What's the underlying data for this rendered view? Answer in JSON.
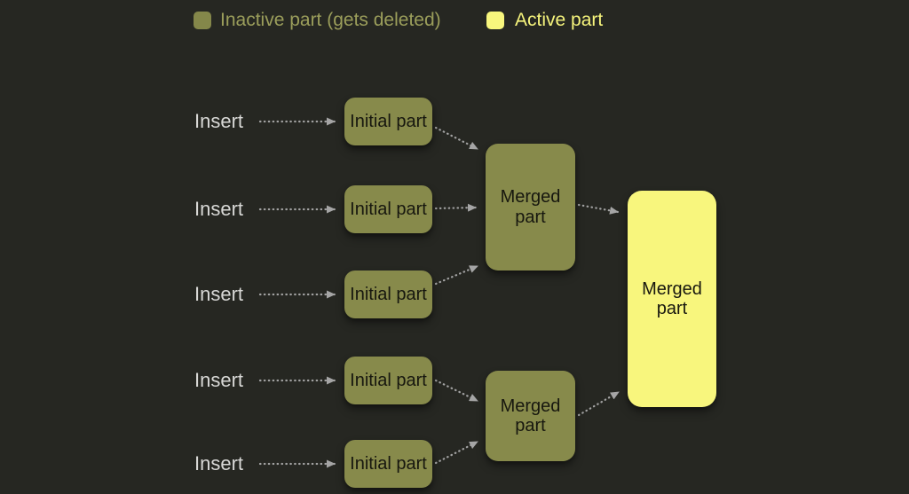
{
  "legend": {
    "inactive": {
      "label": "Inactive part (gets deleted)",
      "color": "#84874a"
    },
    "active": {
      "label": "Active part",
      "color": "#f8f67d"
    }
  },
  "graph": {
    "insert_label": "Insert",
    "initial_nodes": [
      "Initial part",
      "Initial part",
      "Initial part",
      "Initial part",
      "Initial part"
    ],
    "merged_nodes": [
      "Merged part",
      "Merged part"
    ],
    "final_node": "Merged part"
  },
  "colors": {
    "background": "#262722",
    "inactive_node_fill": "#878a4b",
    "active_node_fill": "#f8f67d",
    "node_text": "#17170f",
    "insert_text": "#d8d8d6",
    "legend_inactive_text": "#9b9e5b",
    "legend_active_text": "#f6f47c",
    "arrow": "#a2a2a2"
  }
}
